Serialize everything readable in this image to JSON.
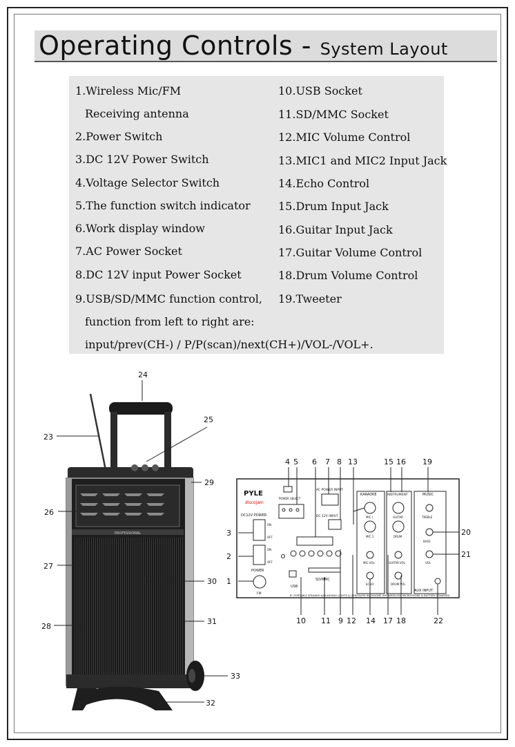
{
  "header": {
    "title": "Operating Controls -",
    "subtitle": "System Layout"
  },
  "controls": {
    "left_column": [
      "1.Wireless Mic/FM",
      "Receiving antenna",
      "2.Power Switch",
      "3.DC 12V Power Switch",
      "4.Voltage Selector Switch",
      "5.The function switch indicator",
      "6.Work display window",
      "7.AC Power Socket",
      "8.DC 12V input Power Socket",
      "9.USB/SD/MMC function control,",
      "function from left to right are:",
      "input/prev(CH-) /   P/P(scan)/next(CH+)/VOL-/VOL+."
    ],
    "right_column": [
      "10.USB  Socket",
      "11.SD/MMC  Socket",
      "12.MIC Volume Control",
      "13.MIC1 and MIC2 Input Jack",
      "14.Echo Control",
      "15.Drum Input Jack",
      "16.Guitar Input Jack",
      "17.Guitar Volume Control",
      "18.Drum Volume Control",
      "19.Tweeter"
    ]
  },
  "speaker_callouts": [
    "23",
    "24",
    "25",
    "26",
    "27",
    "28",
    "29",
    "30",
    "31",
    "32",
    "33"
  ],
  "panel_callouts": {
    "top": [
      "4",
      "5",
      "6",
      "7",
      "8",
      "13",
      "15",
      "16",
      "19"
    ],
    "left": [
      "3",
      "2",
      "1"
    ],
    "right": [
      "20",
      "21"
    ],
    "bottom": [
      "10",
      "11",
      "9",
      "12",
      "14",
      "17",
      "18",
      "22"
    ]
  },
  "panel_labels": {
    "brand": "PYLE",
    "brand_sub": "discojam",
    "dc12v_power": "DC12V POWER",
    "on": "ON",
    "off": "OFF",
    "power": "POWER",
    "fm": "FM",
    "power_select": "POWER SELECT",
    "ac_power_input": "AC POWER INPUT",
    "dc_input": "DC 12V INPUT",
    "usb": "USB",
    "sd_mmc": "SD/MMC",
    "karaoke": "KARAOKE",
    "instrument": "INSTRUMENT",
    "music": "MUSIC",
    "mic1": "MIC I",
    "mic2": "MIC 2",
    "mic_vol": "MIC.VOL",
    "echo": "ECHO",
    "guitar": "GUITAR",
    "drum": "DRUM",
    "guitar_vol": "GUITAR.VOL",
    "drum_vol": "DRUM.VOL",
    "treble": "TREBLE",
    "bass": "BASS",
    "vol": "VOL",
    "aux_input": "AUX INPUT",
    "footer": "8\" PORTABLE SPEAKER w/FLASHING LIGHTS & USB/SD/FM RADIO/ONE VHF WIRELESS MICROPHONE & BATTERY POWERED"
  },
  "speaker_labels": {
    "brand_strip": "PROFESSIONAL"
  }
}
